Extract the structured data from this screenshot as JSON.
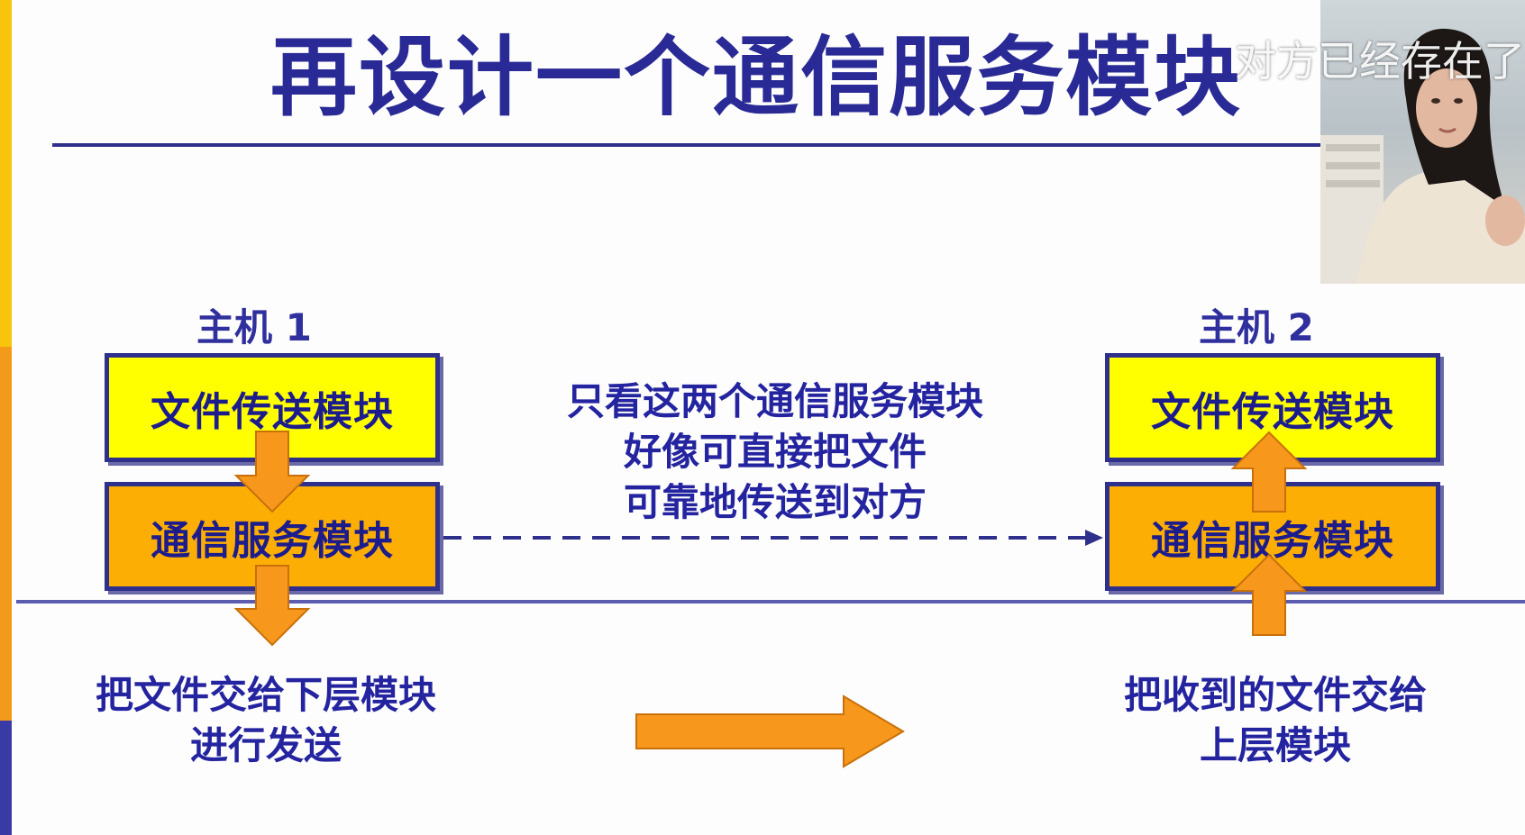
{
  "slide": {
    "title": "再设计一个通信服务模块",
    "host1": {
      "label": "主机 1",
      "file_module": "文件传送模块",
      "comm_module": "通信服务模块",
      "caption_line1": "把文件交给下层模块",
      "caption_line2": "进行发送"
    },
    "host2": {
      "label": "主机 2",
      "file_module": "文件传送模块",
      "comm_module": "通信服务模块",
      "caption_line1": "把收到的文件交给",
      "caption_line2": "上层模块"
    },
    "center_note": {
      "line1": "只看这两个通信服务模块",
      "line2": "好像可直接把文件",
      "line3": "可靠地传送到对方"
    }
  },
  "webcam": {
    "overlay_text": "对方已经存在了"
  },
  "colors": {
    "title_text": "#2a2a96",
    "module_yellow": "#ffff00",
    "module_orange": "#fcae04",
    "arrow_orange": "#f7981d",
    "border_navy": "#2f2f8c",
    "side_yellow": "#f8c40c",
    "side_orange": "#f39a1a",
    "side_blue": "#3a3aa6"
  }
}
